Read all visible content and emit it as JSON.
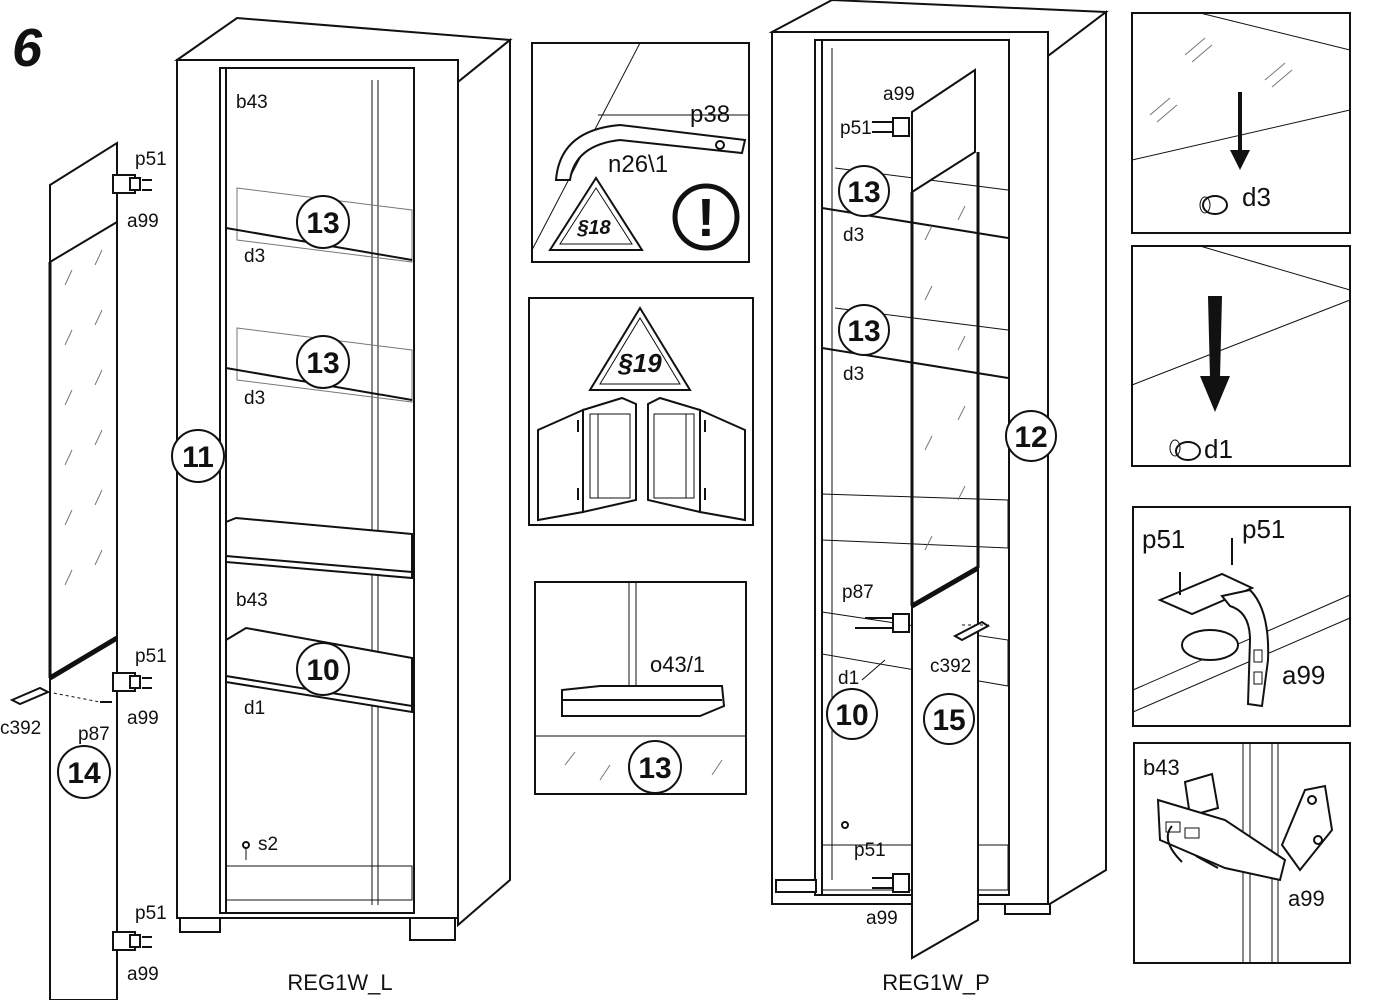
{
  "step_number": "6",
  "captions": {
    "left_cabinet": "REG1W_L",
    "right_cabinet": "REG1W_P"
  },
  "part_numbers": {
    "side_left": "11",
    "side_right": "12",
    "shelf": "13",
    "fixed_shelf": "10",
    "door_left": "14",
    "door_right": "15"
  },
  "hardware_labels": {
    "hinge": "a99",
    "screw": "p51",
    "plate": "b43",
    "pin_glass": "d3",
    "pin": "d1",
    "handle": "c392",
    "handle_screw": "p87",
    "glide": "s2",
    "light_profile": "o43/1",
    "strap": "p38",
    "cable": "n26\\1"
  },
  "notes": {
    "section_18": "§18",
    "section_19": "§19",
    "warning_mark": "!"
  }
}
